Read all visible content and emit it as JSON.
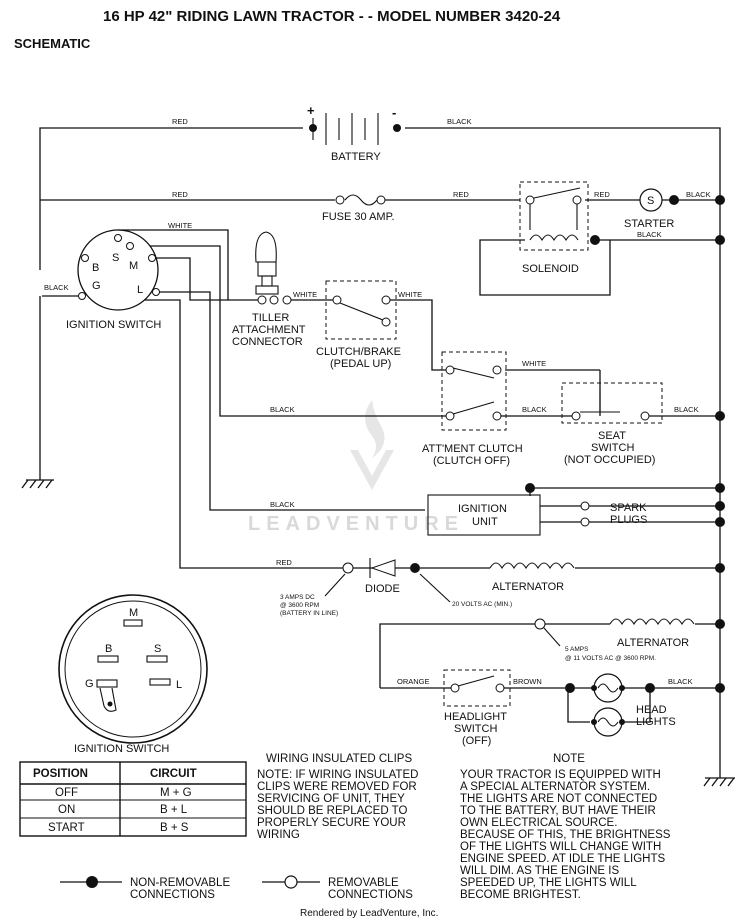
{
  "title": "16 HP 42\" RIDING LAWN TRACTOR - - MODEL NUMBER 3420-24",
  "subtitle": "SCHEMATIC",
  "components": {
    "battery": "BATTERY",
    "battery_plus": "+",
    "battery_minus": "-",
    "fuse": "FUSE 30 AMP.",
    "starter": "STARTER",
    "starter_symbol": "S",
    "solenoid": "SOLENOID",
    "ignition_switch": "IGNITION SWITCH",
    "tiller_line1": "TILLER",
    "tiller_line2": "ATTACHMENT",
    "tiller_line3": "CONNECTOR",
    "clutch_line1": "CLUTCH/BRAKE",
    "clutch_line2": "(PEDAL UP)",
    "attment_line1": "ATT'MENT CLUTCH",
    "attment_line2": "(CLUTCH OFF)",
    "seat_line1": "SEAT",
    "seat_line2": "SWITCH",
    "seat_line3": "(NOT OCCUPIED)",
    "ignition_unit_line1": "IGNITION",
    "ignition_unit_line2": "UNIT",
    "spark_line1": "SPARK",
    "spark_line2": "PLUGS",
    "diode": "DIODE",
    "alternator": "ALTERNATOR",
    "headlight_switch_line1": "HEADLIGHT",
    "headlight_switch_line2": "SWITCH",
    "headlight_switch_line3": "(OFF)",
    "head_lights_line1": "HEAD",
    "head_lights_line2": "LIGHTS"
  },
  "terminals": {
    "B": "B",
    "S": "S",
    "M": "M",
    "G": "G",
    "L": "L"
  },
  "wires": {
    "red": "RED",
    "black": "BLACK",
    "white": "WHITE",
    "orange": "ORANGE",
    "brown": "BROWN"
  },
  "annotations": {
    "diode_amps_line1": "3 AMPS DC",
    "diode_amps_line2": "@ 3600 RPM",
    "diode_amps_line3": "(BATTERY IN LINE)",
    "volts_ac": "20 VOLTS AC (MIN.)",
    "amps_line1": "5 AMPS",
    "amps_line2": "@ 11 VOLTS AC @ 3600 RPM."
  },
  "ignition_table": {
    "title": "IGNITION SWITCH",
    "headers": [
      "POSITION",
      "CIRCUIT"
    ],
    "rows": [
      [
        "OFF",
        "M + G"
      ],
      [
        "ON",
        "B + L"
      ],
      [
        "START",
        "B + S"
      ]
    ]
  },
  "clips_note": {
    "title": "WIRING INSULATED CLIPS",
    "lines": [
      "NOTE: IF WIRING INSULATED",
      "CLIPS WERE REMOVED FOR",
      "SERVICING OF UNIT, THEY",
      "SHOULD BE REPLACED TO",
      "PROPERLY SECURE YOUR",
      "WIRING"
    ]
  },
  "note": {
    "title": "NOTE",
    "lines": [
      "YOUR TRACTOR IS EQUIPPED WITH",
      "A SPECIAL ALTERNATOR SYSTEM.",
      "THE LIGHTS ARE NOT CONNECTED",
      " TO THE BATTERY, BUT HAVE THEIR",
      "OWN ELECTRICAL SOURCE.",
      "BECAUSE OF THIS, THE BRIGHTNESS",
      "OF THE LIGHTS WILL CHANGE WITH",
      "ENGINE SPEED.  AT IDLE THE LIGHTS",
      "WILL DIM.  AS THE ENGINE IS",
      "SPEEDED UP, THE LIGHTS WILL",
      "BECOME BRIGHTEST."
    ]
  },
  "legend": {
    "non_removable_line1": "NON-REMOVABLE",
    "non_removable_line2": "CONNECTIONS",
    "removable_line1": "REMOVABLE",
    "removable_line2": "CONNECTIONS"
  },
  "watermark": "LEADVENTURE",
  "footer": "Rendered by LeadVenture, Inc."
}
